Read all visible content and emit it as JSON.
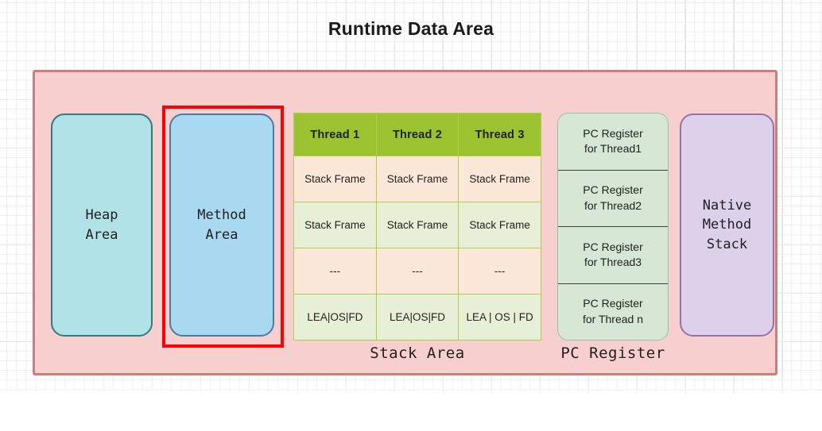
{
  "page": {
    "title": "Runtime Data Area",
    "background": "graph-paper-grid"
  },
  "colors": {
    "container_fill": "#f7cfcf",
    "container_border": "#cc7e7e",
    "heap_fill": "#b1e3e6",
    "heap_border": "#2e7b80",
    "method_fill": "#a9d8f1",
    "method_border": "#4a7ba1",
    "native_fill": "#ddd0ea",
    "native_border": "#9673a6",
    "table_header": "#9bc22f",
    "table_row_peach": "#fce8d8",
    "table_row_mint": "#e7efd6",
    "table_border": "#b4cb51",
    "pc_fill": "#d6e8d5",
    "highlight": "#fb0205"
  },
  "blocks": {
    "heap": {
      "label": "Heap\nArea"
    },
    "method": {
      "label": "Method\nArea"
    },
    "native": {
      "label": "Native\nMethod\nStack"
    }
  },
  "stack_area": {
    "caption": "Stack Area",
    "headers": [
      "Thread 1",
      "Thread 2",
      "Thread 3"
    ],
    "rows": [
      {
        "style": "peach",
        "cells": [
          "Stack Frame",
          "Stack Frame",
          "Stack Frame"
        ]
      },
      {
        "style": "mint",
        "cells": [
          "Stack Frame",
          "Stack Frame",
          "Stack Frame"
        ]
      },
      {
        "style": "peach",
        "cells": [
          "---",
          "---",
          "---"
        ]
      },
      {
        "style": "mint",
        "cells": [
          "LEA|OS|FD",
          "LEA|OS|FD",
          "LEA | OS | FD"
        ]
      }
    ]
  },
  "pc_register": {
    "caption": "PC Register",
    "cells": [
      "PC Register\nfor  Thread1",
      "PC Register\nfor  Thread2",
      "PC Register\nfor  Thread3",
      "PC Register\nfor  Thread n"
    ]
  },
  "highlight": {
    "target": "method-area",
    "color": "#fb0205"
  }
}
